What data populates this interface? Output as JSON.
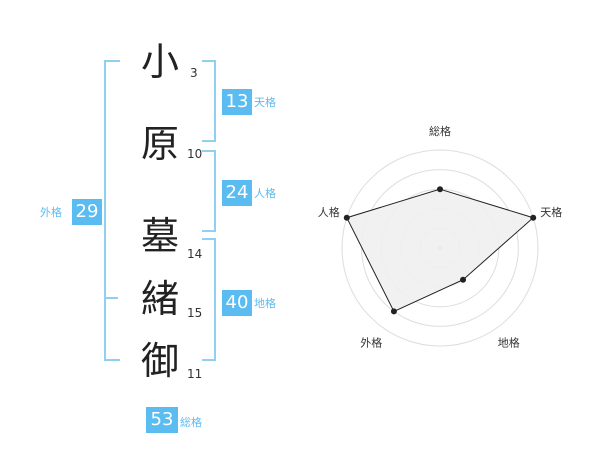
{
  "name": {
    "characters": [
      {
        "char": "小",
        "strokes": "3"
      },
      {
        "char": "原",
        "strokes": "10"
      },
      {
        "char": "墓",
        "strokes": "14"
      },
      {
        "char": "緒",
        "strokes": "15"
      },
      {
        "char": "御",
        "strokes": "11"
      }
    ]
  },
  "kaku": {
    "tenkaku": {
      "value": "13",
      "label": "天格"
    },
    "jinkaku": {
      "value": "24",
      "label": "人格"
    },
    "chikaku": {
      "value": "40",
      "label": "地格"
    },
    "gaikaku": {
      "value": "29",
      "label": "外格"
    },
    "soukaku": {
      "value": "53",
      "label": "総格"
    }
  },
  "chart_data": {
    "type": "radar",
    "axes": [
      "総格",
      "天格",
      "地格",
      "外格",
      "人格"
    ],
    "values": [
      3,
      5,
      2,
      4,
      5
    ],
    "max": 5,
    "rings": 5,
    "colors": {
      "fill": "#f0f0f0",
      "stroke": "#222222",
      "ring": "#dddddd"
    }
  },
  "colors": {
    "accent": "#5bbcf2",
    "bracket": "#8fd0f2"
  }
}
